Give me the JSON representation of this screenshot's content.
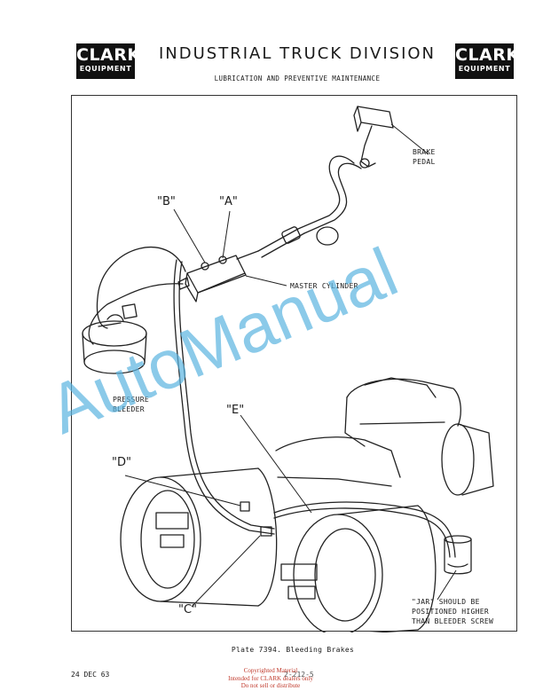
{
  "header": {
    "logo_brand": "CLARK",
    "logo_sub": "EQUIPMENT",
    "title": "INDUSTRIAL TRUCK DIVISION",
    "subtitle": "LUBRICATION AND PREVENTIVE MAINTENANCE"
  },
  "diagram": {
    "labels": {
      "brake_pedal": [
        "BRAKE",
        "PEDAL"
      ],
      "master_cylinder": "MASTER CYLINDER",
      "pressure_bleeder": [
        "PRESSURE",
        "BLEEDER"
      ],
      "jar_note": [
        "\"JAR\" SHOULD BE",
        "POSITIONED HIGHER",
        "THAN BLEEDER SCREW"
      ]
    },
    "tags": {
      "a": "\"A\"",
      "b": "\"B\"",
      "c": "\"C\"",
      "d": "\"D\"",
      "e": "\"E\""
    }
  },
  "footer": {
    "caption": "Plate 7394.  Bleeding Brakes",
    "date": "24 DEC 63",
    "page_ref": "2-212-5",
    "copyright": [
      "Copyrighted Material",
      "Intended for CLARK dealers only",
      "Do not sell or distribute"
    ]
  },
  "watermark": {
    "text": "AutoManual",
    "color": "#5ab4e0"
  }
}
